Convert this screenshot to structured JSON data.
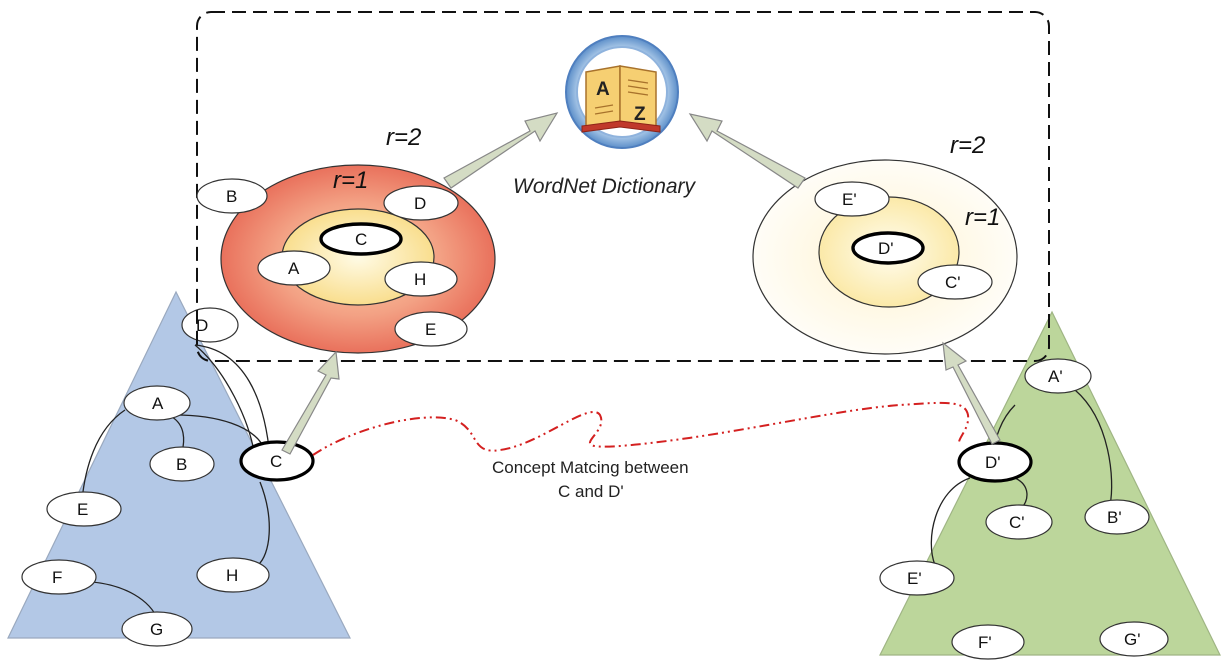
{
  "dictionary": {
    "caption": "WordNet Dictionary",
    "book_letter_top": "A",
    "book_letter_bottom": "Z"
  },
  "left_neighborhood": {
    "outer_radius_label": "r=2",
    "inner_radius_label": "r=1",
    "nodes": {
      "b": "B",
      "d": "D",
      "c": "C",
      "a": "A",
      "h": "H",
      "e": "E"
    }
  },
  "right_neighborhood": {
    "outer_radius_label": "r=2",
    "inner_radius_label": "r=1",
    "nodes": {
      "e": "E'",
      "d": "D'",
      "c": "C'"
    }
  },
  "left_tree": {
    "nodes": {
      "d": "D",
      "a": "A",
      "b": "B",
      "c": "C",
      "e": "E",
      "f": "F",
      "g": "G",
      "h": "H"
    }
  },
  "right_tree": {
    "nodes": {
      "a": "A'",
      "d": "D'",
      "c": "C'",
      "b": "B'",
      "e": "E'",
      "g": "G'",
      "f": "F'"
    }
  },
  "matching": {
    "line1": "Concept Matcing between",
    "line2": "C and D'"
  },
  "colors": {
    "left_tree_fill": "#b3c8e6",
    "right_tree_fill": "#bcd69b",
    "left_outer_ring": "#ee8a72",
    "left_inner_ring": "#fce7a6",
    "right_outer_ring": "#fdf3d8",
    "match_line": "#d42020",
    "arrow_fill": "#d4dcc4"
  }
}
